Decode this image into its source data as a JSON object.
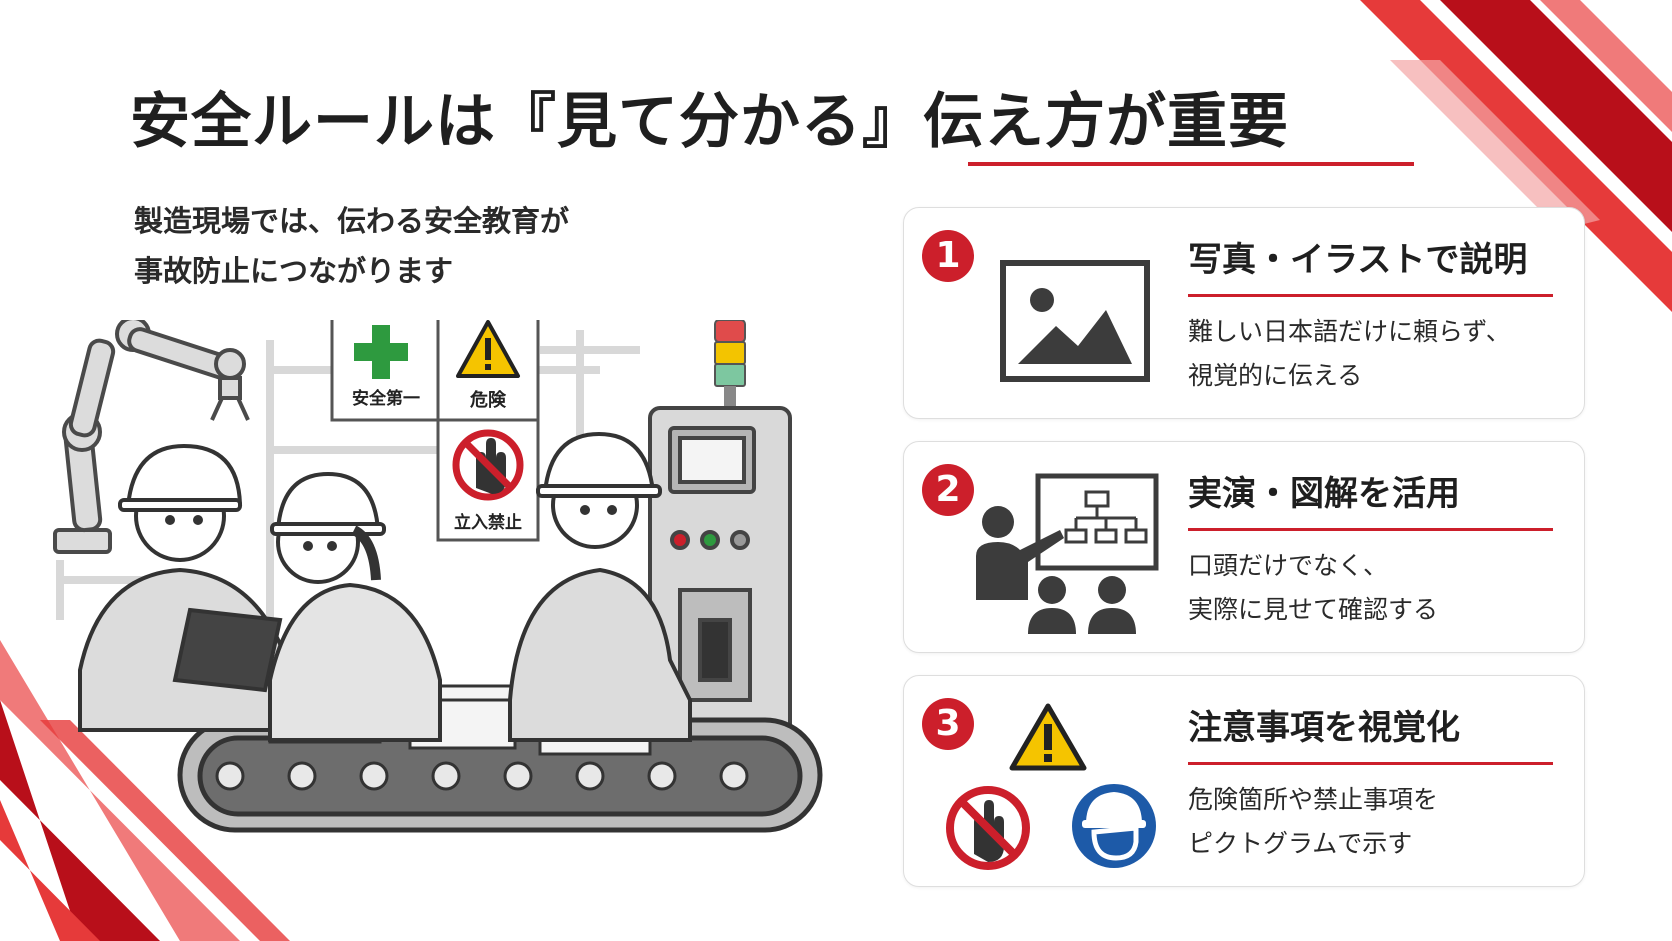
{
  "title": "安全ルールは『見て分かる』伝え方が重要",
  "subtitle": {
    "line1": "製造現場では、伝わる安全教育が",
    "line2": "事故防止につながります"
  },
  "illustration": {
    "sign_safety_first": "安全第一",
    "sign_danger": "危険",
    "sign_no_entry": "立入禁止"
  },
  "cards": [
    {
      "number": "1",
      "heading": "写真・イラストで説明",
      "body_line1": "難しい日本語だけに頼らず、",
      "body_line2": "視覚的に伝える",
      "icon": "image-icon"
    },
    {
      "number": "2",
      "heading": "実演・図解を活用",
      "body_line1": "口頭だけでなく、",
      "body_line2": "実際に見せて確認する",
      "icon": "presentation-icon"
    },
    {
      "number": "3",
      "heading": "注意事項を視覚化",
      "body_line1": "危険箇所や禁止事項を",
      "body_line2": "ピクトグラムで示す",
      "icon": "pictogram-icons"
    }
  ],
  "colors": {
    "accent_red": "#cc1f2b",
    "safety_green": "#2e9a3f",
    "warning_yellow": "#f5c400",
    "mandatory_blue": "#1d5aa8"
  }
}
